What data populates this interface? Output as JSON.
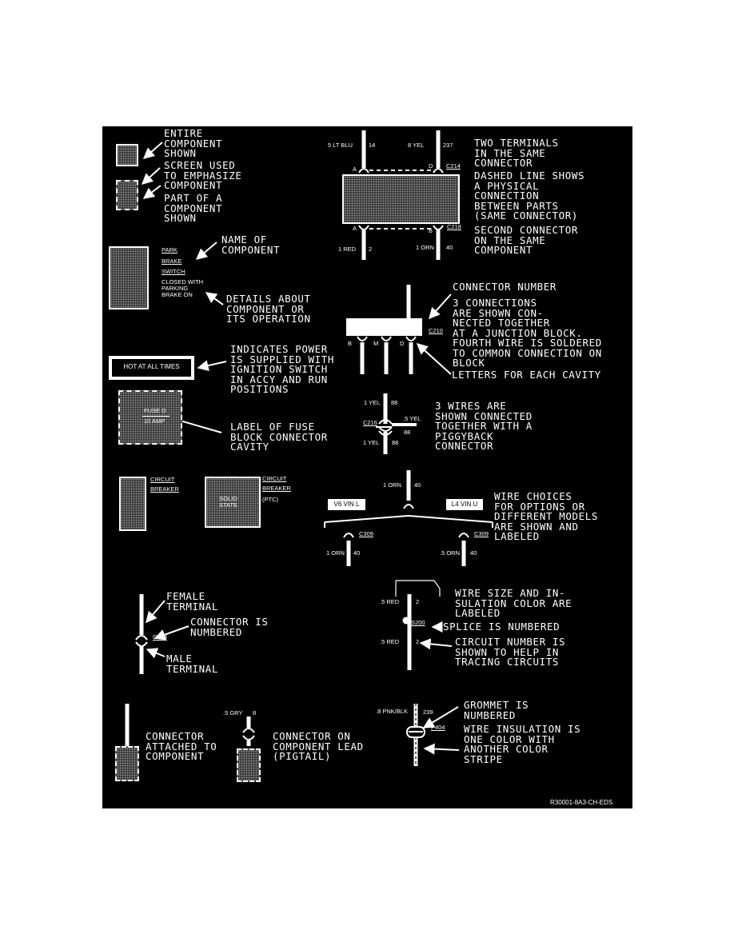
{
  "legend": {
    "entire_component": "ENTIRE\nCOMPONENT\nSHOWN",
    "screen_used": "SCREEN USED\nTO EMPHASIZE\nCOMPONENT",
    "part_of_component": "PART OF A\nCOMPONENT\nSHOWN",
    "name_of_component": "NAME OF\nCOMPONENT",
    "details_about": "DETAILS ABOUT\nCOMPONENT OR\nITS OPERATION",
    "indicates_power": "INDICATES POWER\nIS SUPPLIED WITH\nIGNITION SWITCH\nIN ACCY AND RUN\nPOSITIONS",
    "label_of_fuse": "LABEL OF FUSE\nBLOCK CONNECTOR\nCAVITY",
    "two_terminals": "TWO TERMINALS\nIN THE SAME\nCONNECTOR",
    "dashed_line": "DASHED LINE SHOWS\nA PHYSICAL\nCONNECTION\nBETWEEN PARTS\n(SAME CONNECTOR)",
    "second_connector": "SECOND CONNECTOR\nON THE SAME\nCOMPONENT",
    "connector_number": "CONNECTOR NUMBER",
    "three_connections": "3 CONNECTIONS\nARE SHOWN CON-\nNECTED TOGETHER\nAT A JUNCTION BLOCK.\nFOURTH WIRE IS SOLDERED\nTO COMMON CONNECTION ON\nBLOCK",
    "letters_cavity": "LETTERS FOR EACH CAVITY",
    "three_wires": "3 WIRES ARE\nSHOWN CONNECTED\nTOGETHER WITH A\nPIGGYBACK\nCONNECTOR",
    "wire_choices": "WIRE CHOICES\nFOR OPTIONS OR\nDIFFERENT MODELS\nARE SHOWN AND\nLABELED",
    "female_terminal": "FEMALE\nTERMINAL",
    "connector_is_numbered": "CONNECTOR IS\nNUMBERED",
    "male_terminal": "MALE\nTERMINAL",
    "wire_size": "WIRE SIZE AND IN-\nSULATION COLOR ARE\nLABELED",
    "splice_numbered": "SPLICE IS NUMBERED",
    "circuit_number": "CIRCUIT NUMBER IS\nSHOWN TO HELP IN\nTRACING CIRCUITS",
    "connector_attached": "CONNECTOR\nATTACHED TO\nCOMPONENT",
    "connector_on_lead": "CONNECTOR ON\nCOMPONENT LEAD\n(PIGTAIL)",
    "grommet_numbered": "GROMMET IS\nNUMBERED",
    "wire_insulation": "WIRE INSULATION IS\nONE COLOR WITH\nANOTHER COLOR\nSTRIPE"
  },
  "labels": {
    "park": "PARK",
    "brake": "BRAKE",
    "switch": "SWITCH",
    "closed_with": "CLOSED WITH\nPARKING\nBRAKE ON",
    "hot_at_all_times": "HOT AT ALL TIMES",
    "fuse_d": "FUSE D",
    "ten_amp": "10 AMP",
    "circuit": "CIRCUIT",
    "breaker": "BREAKER",
    "solid_state": "SOLID\nSTATE",
    "ptc": "(PTC)",
    "v6": "V6 VIN L",
    "l4": "L4 VIN U",
    "lt_blu": "5 LT BLU",
    "n14": "14",
    "yel8": "8 YEL",
    "n237": "237",
    "a_top": "A",
    "d_top": "D",
    "c214": "C214",
    "a_bot": "A",
    "b_bot": "B",
    "c218": "C218",
    "red1": "1 RED",
    "n2a": "2",
    "orn1": "1 ORN",
    "n40a": "40",
    "cav_b": "B",
    "cav_m": "M",
    "cav_d": "D",
    "c210": "C210",
    "yel1a": "1 YEL",
    "n88a": "88",
    "c216": "C216",
    "yel5": ".5 YEL",
    "n88b": "88",
    "yel1b": "1 YEL",
    "n88c": "88",
    "orn1top": "1 ORN",
    "n40b": "40",
    "c309a": "C309",
    "c309b": "C309",
    "orn1l": "1 ORN",
    "n40c": "40",
    "orn5r": ".5 ORN",
    "n40d": "40",
    "c103": "C103",
    "red5a": ".5 RED",
    "n2b": "2",
    "s200": "S200",
    "red5b": ".5 RED",
    "n2c": "2",
    "gry5": ".5 GRY",
    "n8": "8",
    "pnkblk": ".8 PNK/BLK",
    "n239": "239",
    "p404": "P404",
    "figure_id": "R30001-8A3-CH-EDS"
  }
}
